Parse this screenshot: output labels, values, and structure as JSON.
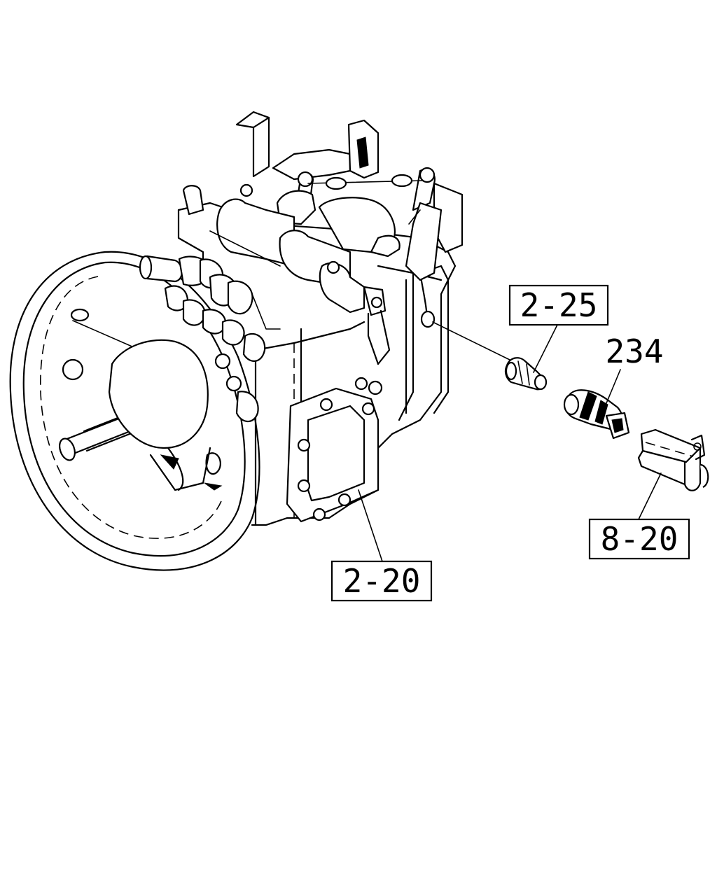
{
  "callouts": {
    "c1": "2-25",
    "c2": "234",
    "c3": "8-20",
    "c4": "2-20"
  }
}
